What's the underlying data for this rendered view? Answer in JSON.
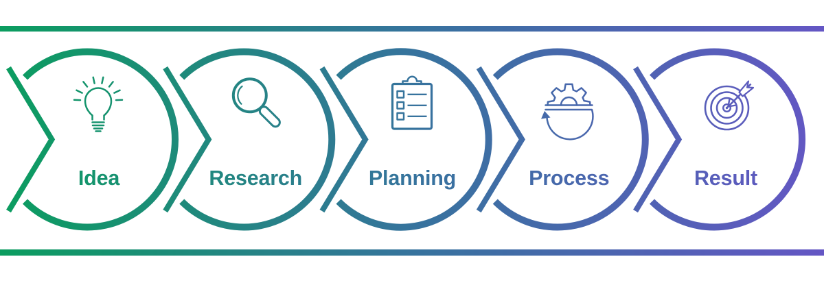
{
  "background": "#ffffff",
  "gradient": {
    "start": "#0B9D5F",
    "middle": "#36739D",
    "end": "#6456C4"
  },
  "stages": [
    {
      "label": "Idea",
      "icon": "lightbulb-icon",
      "color": "#119C63"
    },
    {
      "label": "Research",
      "icon": "magnifying-glass-icon",
      "color": "#1E8C82"
    },
    {
      "label": "Planning",
      "icon": "clipboard-checklist-icon",
      "color": "#33789F"
    },
    {
      "label": "Process",
      "icon": "gear-cycle-icon",
      "color": "#4466AC"
    },
    {
      "label": "Result",
      "icon": "target-arrow-icon",
      "color": "#5C53C2"
    }
  ]
}
